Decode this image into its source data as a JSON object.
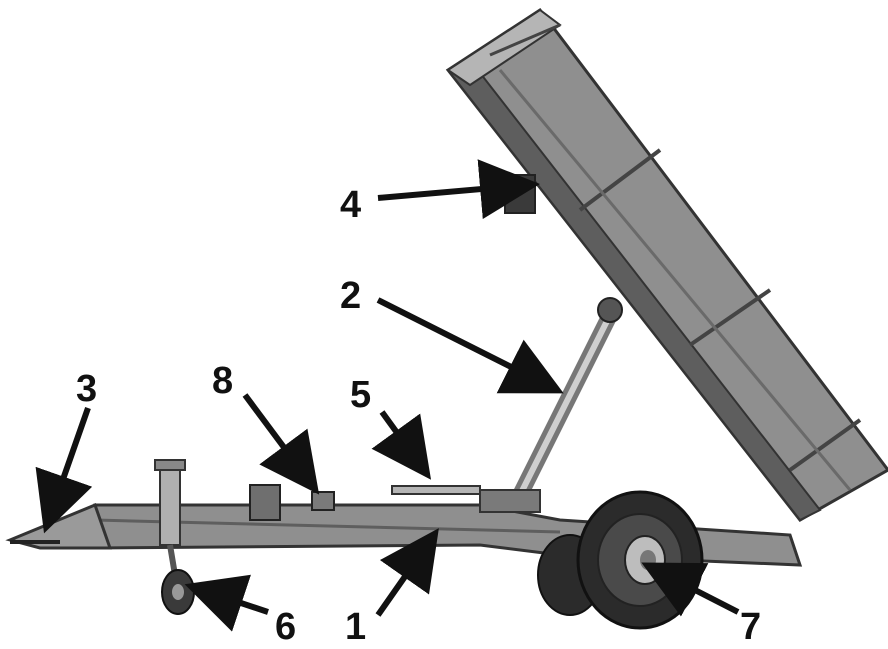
{
  "diagram": {
    "subject": "tipping-trailer",
    "colors": {
      "body": "#8f8f8f",
      "body_dark": "#5e5e5e",
      "body_light": "#b5b5b5",
      "tyre": "#2b2b2b",
      "ink": "#111111"
    }
  },
  "callouts": [
    {
      "id": "1",
      "label": "1"
    },
    {
      "id": "2",
      "label": "2"
    },
    {
      "id": "3",
      "label": "3"
    },
    {
      "id": "4",
      "label": "4"
    },
    {
      "id": "5",
      "label": "5"
    },
    {
      "id": "6",
      "label": "6"
    },
    {
      "id": "7",
      "label": "7"
    },
    {
      "id": "8",
      "label": "8"
    }
  ]
}
